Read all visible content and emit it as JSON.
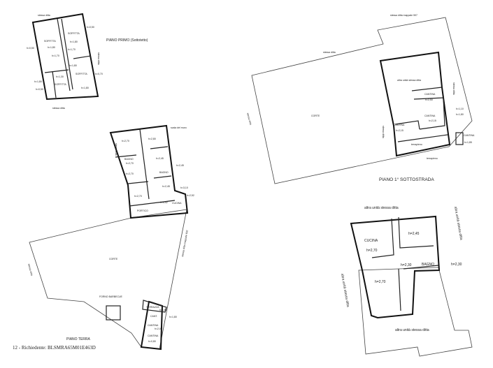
{
  "plans": {
    "primo": {
      "title": "PIANO PRIMO (Sottotetto)",
      "rooms": [
        "SOFFITTA",
        "SOFFITTA",
        "SOFFITTA",
        "SOFFITTA"
      ],
      "heights": [
        "h=0,50",
        "h=0,50",
        "h=1,80",
        "h=1,70",
        "h=1,80",
        "h=1,70",
        "h=1,80",
        "h=0,70",
        "h=1,80",
        "h=0,50",
        "h=1,30",
        "h=1,80"
      ],
      "notes": [
        "stessa ditta",
        "stessa ditta",
        "stessa ditta"
      ]
    },
    "sottostrada": {
      "title": "PIANO 1° SOTTOSTRADA",
      "corte": "CORTE",
      "other_unit": "altra unità stessa ditta",
      "rooms": [
        "CANTINA",
        "CANTINA",
        "CANTINA",
        "CANTINA"
      ],
      "heights": [
        "h=2,50",
        "h=2,15",
        "h=2,15",
        "h=1,10",
        "h=1,80",
        "h=1,85"
      ],
      "notes": [
        "stessa ditta mappale 597",
        "stessa ditta",
        "terrapieno",
        "terrapieno",
        "stessa ditta",
        "stessa ditta",
        "stessa ditta"
      ]
    },
    "terra": {
      "title": "PIANO TERRA",
      "corte": "CORTE",
      "rooms": [
        "BAGNO",
        "BAGNO",
        "PORTICO",
        "CUCINA",
        "FORNO BARBECUE",
        "TERRAZZA",
        "CANT.",
        "CANTINA",
        "CANTINA"
      ],
      "heights": [
        "h=2,70",
        "h=2,80",
        "h=2,70",
        "h=2,45",
        "h=2,45",
        "h=2,70",
        "h=2,45",
        "h=3,10",
        "h=2,42",
        "h=2,52",
        "h=1,80",
        "h=1,80",
        "h=2,05",
        "h=0,80"
      ],
      "notes": [
        "scala del muro",
        "stessa ditta",
        "stessa ditta mappale 602",
        "stessa ditta"
      ]
    },
    "unita": {
      "rooms": [
        "CUCINA",
        "BAGNO"
      ],
      "heights": [
        "h=2,70",
        "h=2,45",
        "h=2,30",
        "h=2,30",
        "h=2,70"
      ],
      "notes": [
        "altra unità stessa ditta",
        "altra unità stessa ditta",
        "altra unità stessa ditta",
        "altra unità stessa ditta"
      ]
    }
  },
  "footer": "12 - Richiedente: BLSMRA65M01E463D"
}
